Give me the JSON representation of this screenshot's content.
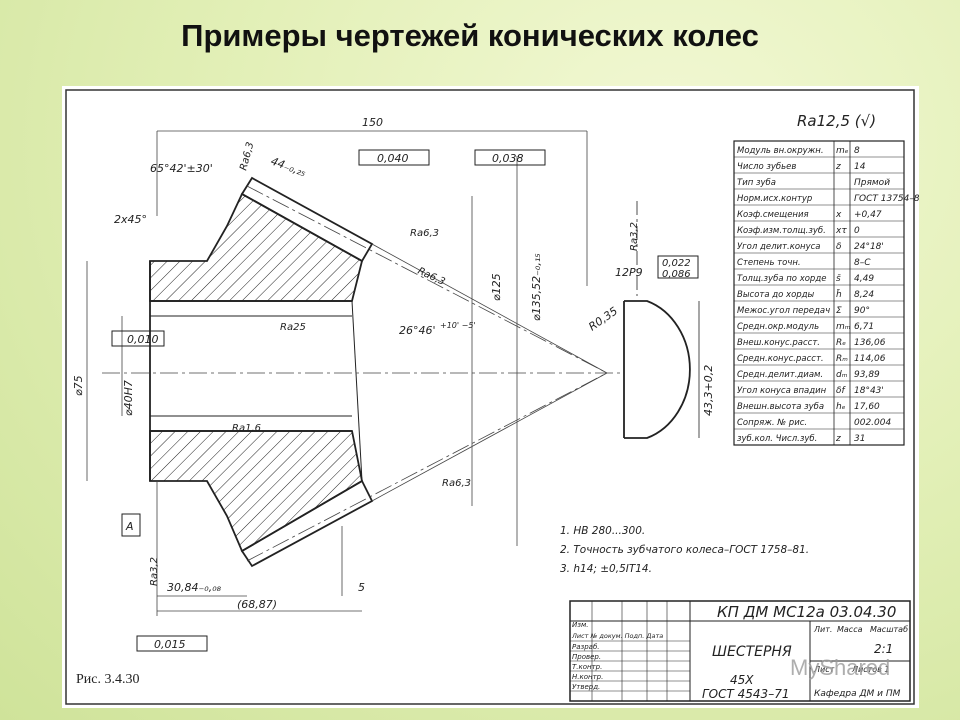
{
  "slide": {
    "title": "Примеры чертежей конических колес",
    "figure_caption": "Рис. 3.4.30"
  },
  "roughness_general": "Ra12,5 (√)",
  "dimensions": {
    "length_150": "150",
    "chamfer_44": "44₋₀,₂₅",
    "angle_65": "65°42'±30'",
    "chamfer_2x45": "2x45°",
    "tol_0040": "0,040",
    "tol_0038": "0,038",
    "datum_A": "A",
    "ra63_a": "Ra6,3",
    "ra63_b": "Ra6,3",
    "ra63_c": "Ra6,3",
    "ra63_top": "Ra6,3",
    "ra25": "Ra25",
    "ra16": "Ra1,6",
    "ra32_right": "Ra3,2",
    "ra32_left": "Ra3,2",
    "tol_0010": "0,010",
    "angle_26": "26°46'",
    "angle_26_tol": "+10' −5'",
    "d125": "⌀125",
    "d13552": "⌀135,52₋₀,₁₅",
    "d75": "⌀75",
    "d40": "⌀40H7",
    "r035": "R0,35",
    "p12": "12P9",
    "tol_0022": "0,022",
    "tol_0086": "0,086",
    "h433": "43,3+0,2",
    "len_3084": "30,84₋₀,₀₈",
    "len_5": "5",
    "len_6887": "(68,87)",
    "tol_0015": "0,015"
  },
  "notes": [
    "1. HB 280...300.",
    "2. Точность зубчатого колеса–ГОСТ 1758–81.",
    "3. h14; ±0,5IT14."
  ],
  "params": [
    {
      "name": "Модуль вн.окружн.",
      "sym": "mₑ",
      "val": "8"
    },
    {
      "name": "Число зубьев",
      "sym": "z",
      "val": "14"
    },
    {
      "name": "Тип зуба",
      "sym": "",
      "val": "Прямой"
    },
    {
      "name": "Норм.исх.контур",
      "sym": "",
      "val": "ГОСТ 13754–81"
    },
    {
      "name": "Коэф.смещения",
      "sym": "x",
      "val": "+0,47"
    },
    {
      "name": "Коэф.изм.толщ.зуб.",
      "sym": "xτ",
      "val": "0"
    },
    {
      "name": "Угол делит.конуса",
      "sym": "δ",
      "val": "24°18'"
    },
    {
      "name": "Степень точн.",
      "sym": "",
      "val": "8–С"
    },
    {
      "name": "Толщ.зуба по хорде",
      "sym": "s̄",
      "val": "4,49"
    },
    {
      "name": "Высота до хорды",
      "sym": "h̄",
      "val": "8,24"
    },
    {
      "name": "Межос.угол передач",
      "sym": "Σ",
      "val": "90°"
    },
    {
      "name": "Средн.окр.модуль",
      "sym": "mₘ",
      "val": "6,71"
    },
    {
      "name": "Внеш.конус.расст.",
      "sym": "Rₑ",
      "val": "136,06"
    },
    {
      "name": "Средн.конус.расст.",
      "sym": "Rₘ",
      "val": "114,06"
    },
    {
      "name": "Средн.делит.диам.",
      "sym": "dₘ",
      "val": "93,89"
    },
    {
      "name": "Угол конуса впадин",
      "sym": "δf",
      "val": "18°43'"
    },
    {
      "name": "Внешн.высота зуба",
      "sym": "hₑ",
      "val": "17,60"
    },
    {
      "name": "Сопряж. № рис.",
      "sym": "",
      "val": "002.004"
    },
    {
      "name": "зуб.кол. Числ.зуб.",
      "sym": "z",
      "val": "31"
    }
  ],
  "title_block": {
    "code": "КП ДМ МС12а 03.04.30",
    "part_name": "ШЕСТЕРНЯ",
    "material_1": "45Х",
    "material_2": "ГОСТ 4543–71",
    "scale": "2:1",
    "org": "Кафедра ДМ и ПМ",
    "col_lit": "Лит.",
    "col_mass": "Масса",
    "col_scale": "Масштаб",
    "col_sheet": "Лист",
    "col_sheets": "Листов 1",
    "rows": [
      "Изм.",
      "Разраб.",
      "Провер.",
      "Т.контр.",
      "Н.контр.",
      "Утверд."
    ],
    "header_cols": "Лист   № докум.   Подп.   Дата"
  },
  "watermark": "MyShared"
}
